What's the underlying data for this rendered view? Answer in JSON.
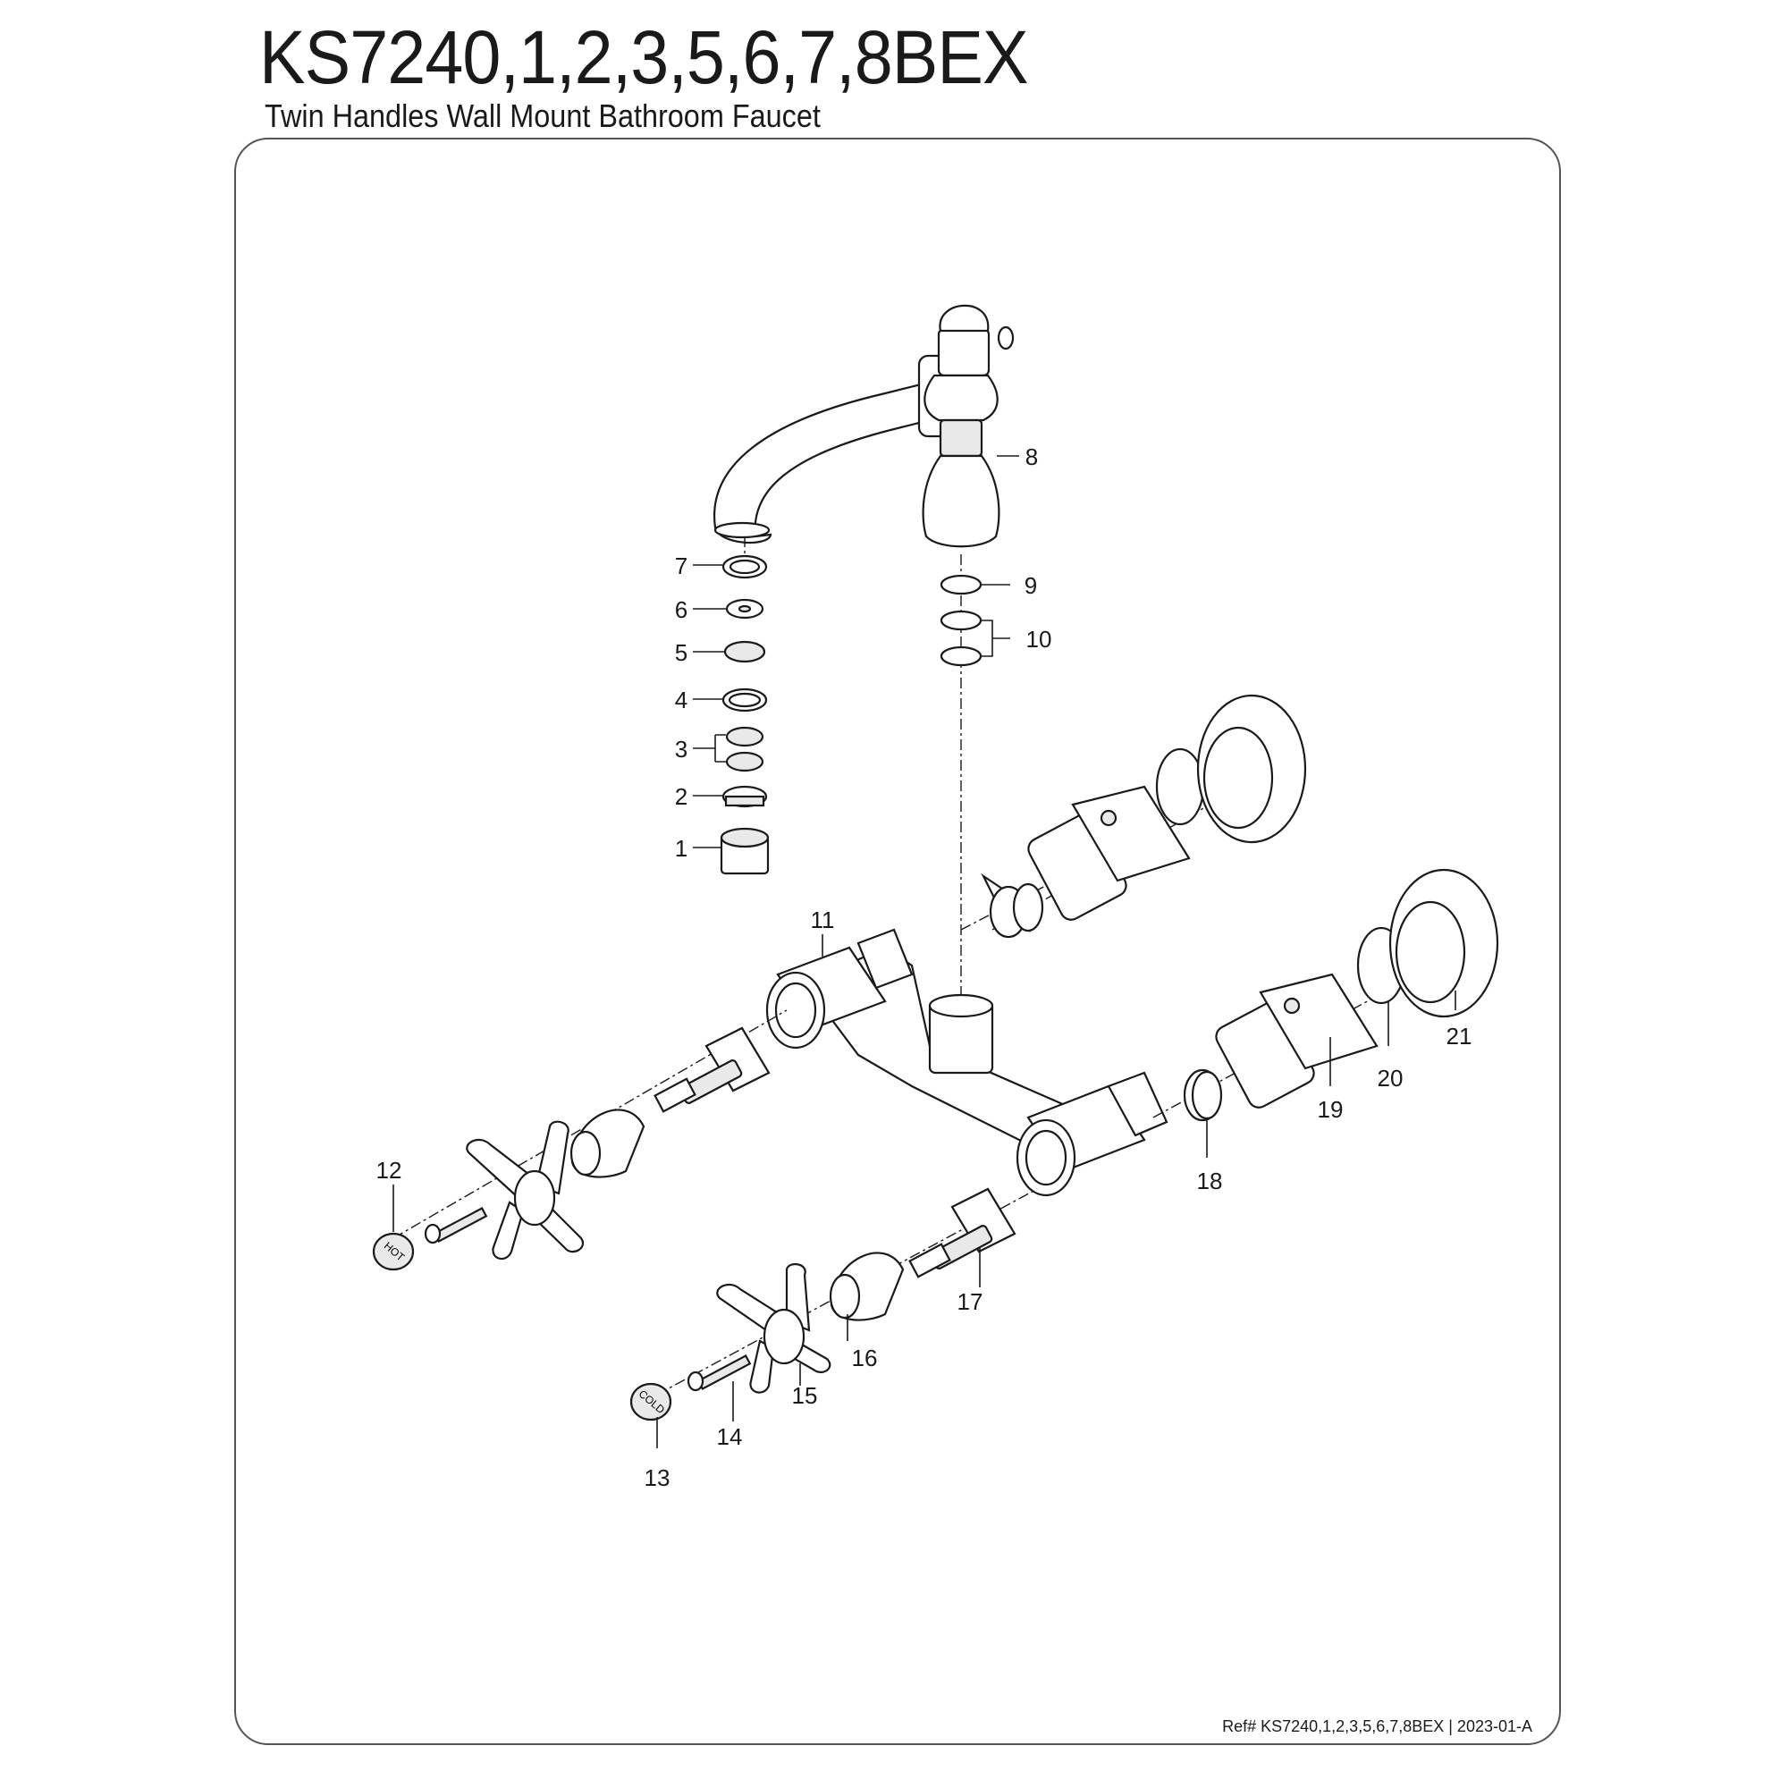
{
  "header": {
    "title": "KS7240,1,2,3,5,6,7,8BEX",
    "subtitle": "Twin Handles Wall Mount Bathroom Faucet"
  },
  "footer": {
    "ref": "Ref# KS7240,1,2,3,5,6,7,8BEX | 2023-01-A"
  },
  "callouts": [
    "1",
    "2",
    "3",
    "4",
    "5",
    "6",
    "7",
    "8",
    "9",
    "10",
    "11",
    "12",
    "13",
    "14",
    "15",
    "16",
    "17",
    "18",
    "19",
    "20",
    "21"
  ],
  "handle_caps": {
    "hot": "HOT",
    "cold": "COLD"
  }
}
